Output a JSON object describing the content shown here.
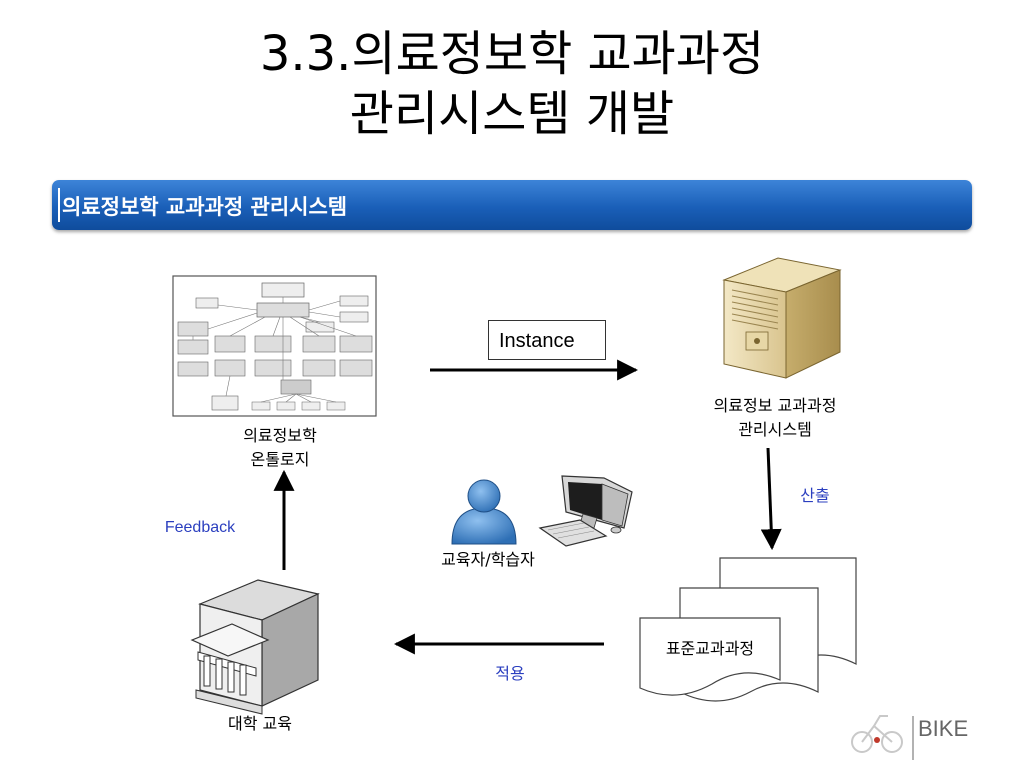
{
  "slide": {
    "title_line1": "3.3.의료정보학 교과과정",
    "title_line2": "관리시스템 개발",
    "banner": "의료정보학 교과과정 관리시스템"
  },
  "diagram": {
    "ontology_label_1": "의료정보학",
    "ontology_label_2": "온톨로지",
    "instance": "Instance",
    "server_label_1": "의료정보 교과과정",
    "server_label_2": "관리시스템",
    "output_label": "산출",
    "feedback": "Feedback",
    "user_label": "교육자/학습자",
    "document_label": "표준교과과정",
    "apply_label": "적용",
    "university_label": "대학 교육"
  },
  "logo": {
    "text": "BIKE"
  },
  "colors": {
    "banner": "#1a5fb8",
    "accent_text": "#2b3fbf"
  }
}
